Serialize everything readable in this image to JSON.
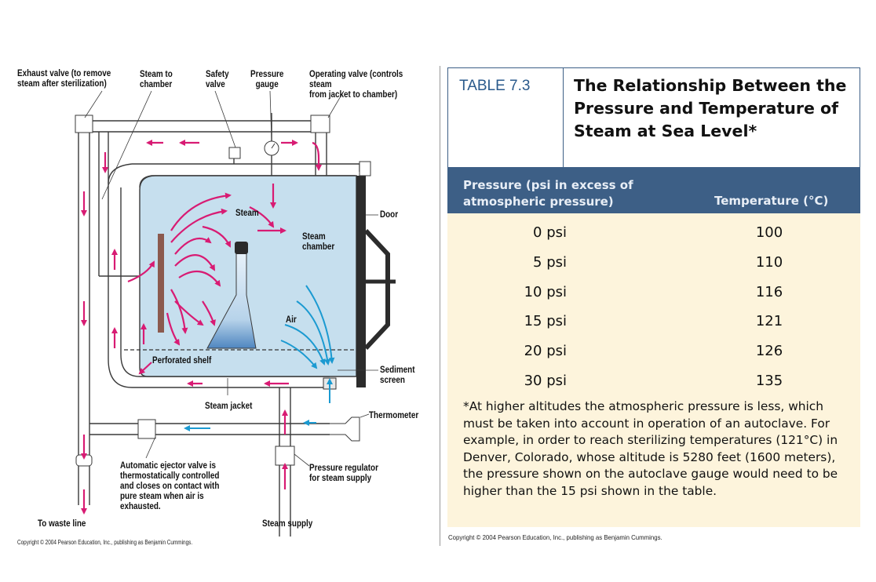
{
  "diagram": {
    "labels": {
      "exhaust_valve": "Exhaust valve (to remove\nsteam after sterilization)",
      "steam_to_chamber": "Steam to\nchamber",
      "safety_valve": "Safety\nvalve",
      "pressure_gauge": "Pressure\ngauge",
      "operating_valve": "Operating valve (controls steam\nfrom jacket to chamber)",
      "steam": "Steam",
      "door": "Door",
      "steam_chamber": "Steam\nchamber",
      "air": "Air",
      "perforated_shelf": "Perforated shelf",
      "sediment_screen": "Sediment\nscreen",
      "steam_jacket": "Steam jacket",
      "thermometer": "Thermometer",
      "ejector_valve": "Automatic ejector valve is\nthermostatically controlled\nand closes on contact with\npure steam when air is\nexhausted.",
      "pressure_regulator": "Pressure regulator\nfor steam supply",
      "to_waste_line": "To waste line",
      "steam_supply": "Steam supply"
    },
    "copyright": "Copyright © 2004 Pearson Education, Inc., publishing as Benjamin Cummings.",
    "colors": {
      "steam_arrow": "#d81b73",
      "air_arrow": "#1b9ad1",
      "chamber_fill": "#c6dfee",
      "pipe_stroke": "#3a3a3a",
      "door": "#2c2c2c"
    }
  },
  "table": {
    "number": "TABLE 7.3",
    "title": "The Relationship Between the Pressure and Temperature of Steam at Sea Level*",
    "col_pressure": "Pressure (psi in excess of atmospheric pressure)",
    "col_temperature": "Temperature (°C)",
    "rows": [
      {
        "pressure": "0 psi",
        "temperature": "100"
      },
      {
        "pressure": "5 psi",
        "temperature": "110"
      },
      {
        "pressure": "10 psi",
        "temperature": "116"
      },
      {
        "pressure": "15 psi",
        "temperature": "121"
      },
      {
        "pressure": "20 psi",
        "temperature": "126"
      },
      {
        "pressure": "30 psi",
        "temperature": "135"
      }
    ],
    "footnote": "*At higher altitudes the atmospheric pressure is less, which must be taken into account in operation of an autoclave. For example, in order to reach sterilizing temperatures (121°C) in Denver, Colorado, whose altitude is 5280 feet (1600 meters), the pressure shown on the autoclave gauge would need to be higher than the 15 psi shown in the table.",
    "copyright": "Copyright © 2004 Pearson Education, Inc., publishing as Benjamin Cummings.",
    "colors": {
      "header_bar": "#3d5f86",
      "body_bg": "#fdf4dc",
      "number_text": "#2a5a8c"
    }
  }
}
